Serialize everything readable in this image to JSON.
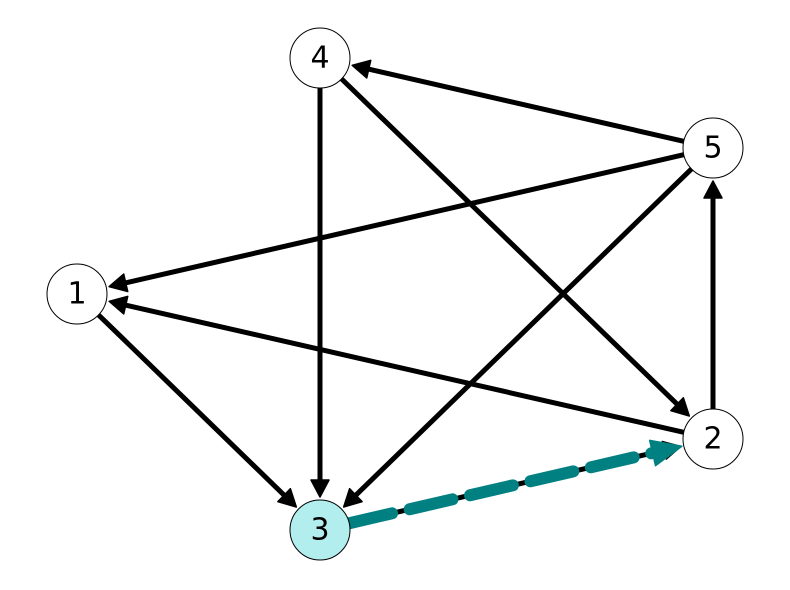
{
  "graph": {
    "nodes": [
      {
        "id": "n1",
        "label": "1",
        "fill": "#ffffff",
        "highlighted": false
      },
      {
        "id": "n2",
        "label": "2",
        "fill": "#ffffff",
        "highlighted": false
      },
      {
        "id": "n3",
        "label": "3",
        "fill": "#b2eeee",
        "highlighted": true
      },
      {
        "id": "n4",
        "label": "4",
        "fill": "#ffffff",
        "highlighted": false
      },
      {
        "id": "n5",
        "label": "5",
        "fill": "#ffffff",
        "highlighted": false
      }
    ],
    "edges": [
      {
        "from": "n4",
        "to": "n3"
      },
      {
        "from": "n4",
        "to": "n2"
      },
      {
        "from": "n5",
        "to": "n4"
      },
      {
        "from": "n5",
        "to": "n1"
      },
      {
        "from": "n5",
        "to": "n3"
      },
      {
        "from": "n1",
        "to": "n3"
      },
      {
        "from": "n2",
        "to": "n1"
      },
      {
        "from": "n2",
        "to": "n5"
      },
      {
        "from": "n3",
        "to": "n2"
      }
    ],
    "highlighted_edge": {
      "from": "n3",
      "to": "n2",
      "style": "dashed",
      "color": "#008080"
    },
    "colors": {
      "edge": "#000000",
      "node_stroke": "#000000",
      "highlight": "#008080",
      "highlight_node": "#b2eeee"
    }
  }
}
